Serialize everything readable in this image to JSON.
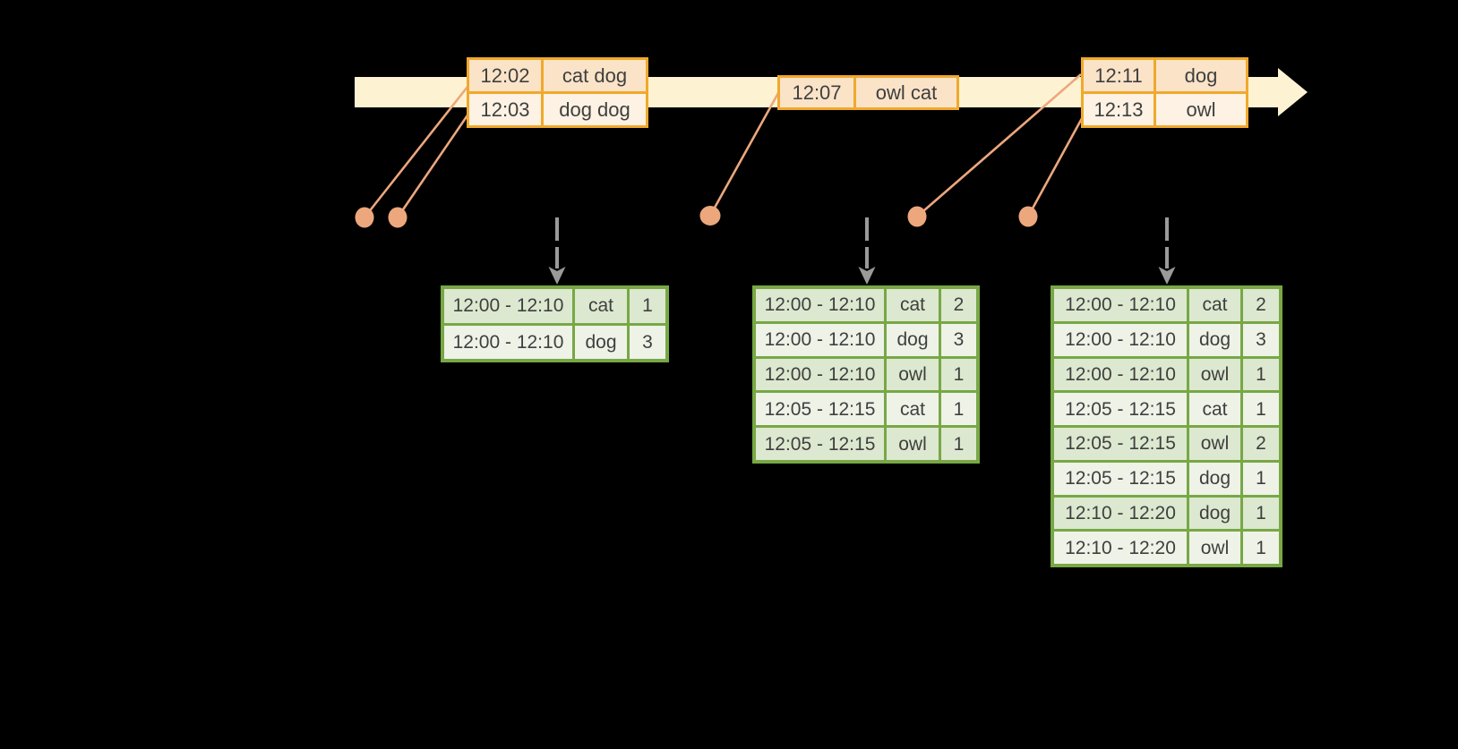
{
  "colors": {
    "background": "#000000",
    "timeline_band": "#fdf3d2",
    "orange_border": "#f0a92c",
    "orange_row_dark": "#fbe3c8",
    "orange_row_light": "#fdf2e3",
    "salmon": "#eda77d",
    "green_border": "#77a845",
    "green_row_dark": "#dce8cf",
    "green_row_light": "#eef2e7",
    "gray_arrow": "#9a9a9a",
    "text": "#3f3f3f"
  },
  "input_tables": [
    {
      "rows": [
        {
          "time": "12:02",
          "words": "cat dog"
        },
        {
          "time": "12:03",
          "words": "dog dog"
        }
      ]
    },
    {
      "rows": [
        {
          "time": "12:07",
          "words": "owl cat"
        }
      ]
    },
    {
      "rows": [
        {
          "time": "12:11",
          "words": "dog"
        },
        {
          "time": "12:13",
          "words": "owl"
        }
      ]
    }
  ],
  "result_tables": [
    {
      "rows": [
        {
          "window": "12:00 - 12:10",
          "word": "cat",
          "count": "1"
        },
        {
          "window": "12:00 - 12:10",
          "word": "dog",
          "count": "3"
        }
      ]
    },
    {
      "rows": [
        {
          "window": "12:00 - 12:10",
          "word": "cat",
          "count": "2"
        },
        {
          "window": "12:00 - 12:10",
          "word": "dog",
          "count": "3"
        },
        {
          "window": "12:00 - 12:10",
          "word": "owl",
          "count": "1"
        },
        {
          "window": "12:05 - 12:15",
          "word": "cat",
          "count": "1"
        },
        {
          "window": "12:05 - 12:15",
          "word": "owl",
          "count": "1"
        }
      ]
    },
    {
      "rows": [
        {
          "window": "12:00 - 12:10",
          "word": "cat",
          "count": "2"
        },
        {
          "window": "12:00 - 12:10",
          "word": "dog",
          "count": "3"
        },
        {
          "window": "12:00 - 12:10",
          "word": "owl",
          "count": "1"
        },
        {
          "window": "12:05 - 12:15",
          "word": "cat",
          "count": "1"
        },
        {
          "window": "12:05 - 12:15",
          "word": "owl",
          "count": "2"
        },
        {
          "window": "12:05 - 12:15",
          "word": "dog",
          "count": "1"
        },
        {
          "window": "12:10 - 12:20",
          "word": "dog",
          "count": "1"
        },
        {
          "window": "12:10 - 12:20",
          "word": "owl",
          "count": "1"
        }
      ]
    }
  ]
}
